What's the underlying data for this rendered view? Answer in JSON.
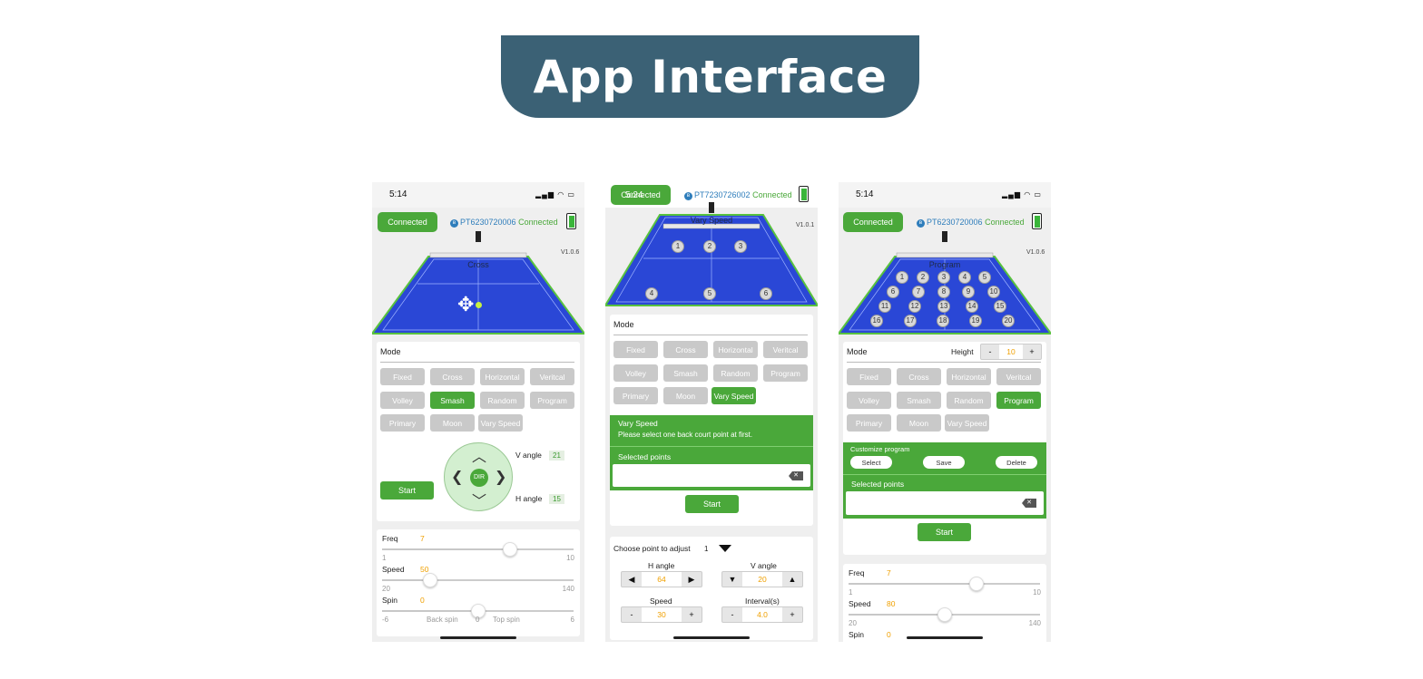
{
  "banner": {
    "title": "App Interface"
  },
  "phone1": {
    "time": "5:14",
    "connected_btn": "Connected",
    "device_id": "PT6230720006",
    "device_status": "Connected",
    "version": "V1.0.6",
    "court_label": "Cross",
    "mode_label": "Mode",
    "modes": [
      "Fixed",
      "Cross",
      "Horizontal",
      "Veritcal",
      "Volley",
      "Smash",
      "Random",
      "Program",
      "Primary",
      "Moon",
      "Vary Speed"
    ],
    "active_mode": "Smash",
    "start": "Start",
    "dpad_center": "DIR",
    "v_angle_label": "V angle",
    "v_angle": "21",
    "h_angle_label": "H angle",
    "h_angle": "15",
    "freq_label": "Freq",
    "freq": "7",
    "freq_min": "1",
    "freq_max": "10",
    "speed_label": "Speed",
    "speed": "50",
    "speed_min": "20",
    "speed_max": "140",
    "spin_label": "Spin",
    "spin": "0",
    "spin_min": "-6",
    "spin_max": "6",
    "back_spin": "Back spin",
    "spin_zero": "0",
    "top_spin": "Top spin"
  },
  "phone2": {
    "time": "5:24",
    "connected_btn": "Connected",
    "device_id": "PT7230726002",
    "device_status": "Connected",
    "version": "V1.0.1",
    "court_label": "Vary Speed",
    "points": [
      "1",
      "2",
      "3",
      "4",
      "5",
      "6"
    ],
    "mode_label": "Mode",
    "modes": [
      "Fixed",
      "Cross",
      "Horizontal",
      "Veritcal",
      "Volley",
      "Smash",
      "Random",
      "Program",
      "Primary",
      "Moon",
      "Vary Speed"
    ],
    "active_mode": "Vary Speed",
    "panel_title": "Vary Speed",
    "panel_text": "Please select one back court point at first.",
    "selected_points": "Selected points",
    "start": "Start",
    "choose_label": "Choose point to adjust",
    "choose_value": "1",
    "h_angle_label": "H angle",
    "h_angle": "64",
    "v_angle_label": "V angle",
    "v_angle": "20",
    "speed_label": "Speed",
    "speed": "30",
    "interval_label": "Interval(s)",
    "interval": "4.0",
    "minus": "-",
    "plus": "+"
  },
  "phone3": {
    "time": "5:14",
    "connected_btn": "Connected",
    "device_id": "PT6230720006",
    "device_status": "Connected",
    "version": "V1.0.6",
    "court_label": "Program",
    "points": [
      "1",
      "2",
      "3",
      "4",
      "5",
      "6",
      "7",
      "8",
      "9",
      "10",
      "11",
      "12",
      "13",
      "14",
      "15",
      "16",
      "17",
      "18",
      "19",
      "20"
    ],
    "mode_label": "Mode",
    "height_label": "Height",
    "height": "10",
    "minus": "-",
    "plus": "+",
    "modes": [
      "Fixed",
      "Cross",
      "Horizontal",
      "Veritcal",
      "Volley",
      "Smash",
      "Random",
      "Program",
      "Primary",
      "Moon",
      "Vary Speed"
    ],
    "active_mode": "Program",
    "customize": "Customize program",
    "select": "Select",
    "save": "Save",
    "delete": "Delete",
    "selected_points": "Selected points",
    "start": "Start",
    "freq_label": "Freq",
    "freq": "7",
    "freq_min": "1",
    "freq_max": "10",
    "speed_label": "Speed",
    "speed": "80",
    "speed_min": "20",
    "speed_max": "140",
    "spin_label": "Spin",
    "spin": "0"
  },
  "colors": {
    "accent": "#4aa83a",
    "banner": "#3b6175",
    "court": "#2a47d6",
    "inactive": "#c9c9c9",
    "value": "#f0a000"
  },
  "sliders": {
    "p1_freq": 0.667,
    "p1_speed": 0.25,
    "p1_spin": 0.5,
    "p3_freq": 0.667,
    "p3_speed": 0.5
  }
}
